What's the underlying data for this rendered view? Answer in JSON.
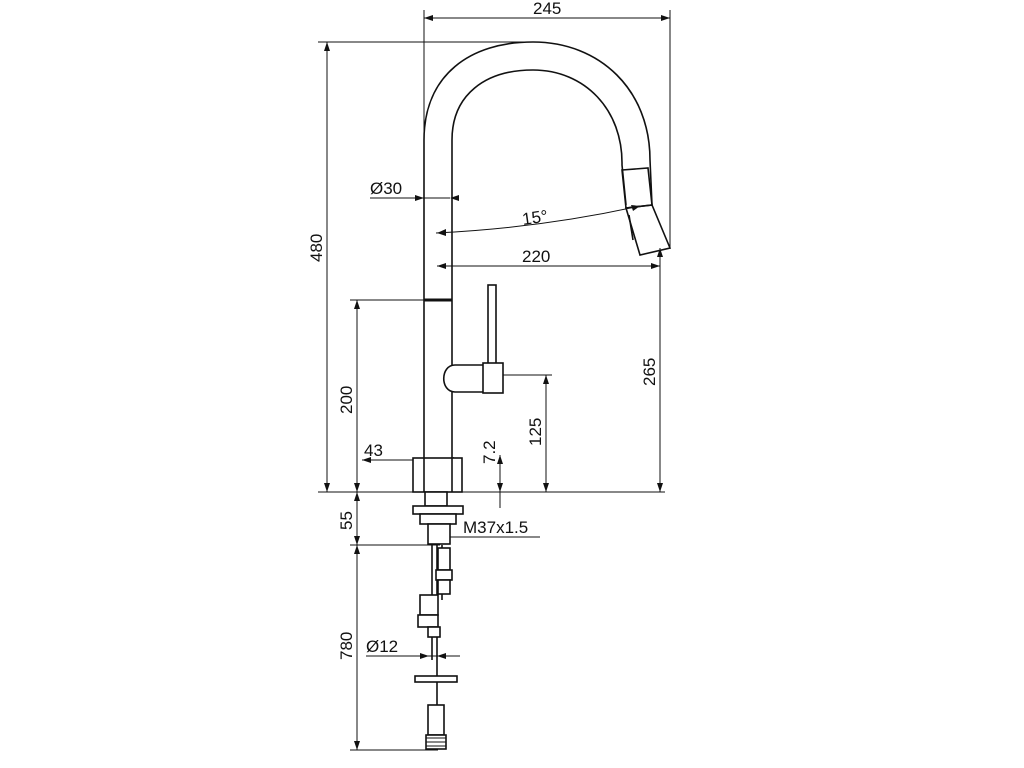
{
  "drawing": {
    "subject": "pull-out kitchen faucet dimension drawing",
    "dimensions": {
      "overall_width": "245",
      "overall_height": "480",
      "body_diameter": "Ø30",
      "spray_angle": "15°",
      "spout_reach": "220",
      "spout_outlet_height": "265",
      "lever_height": "200",
      "lever_axis_height": "125",
      "base_offset": "7.2",
      "base_diameter": "43",
      "shank_length": "55",
      "thread": "M37x1.5",
      "hose_length": "780",
      "pipe_diameter": "Ø12"
    }
  }
}
